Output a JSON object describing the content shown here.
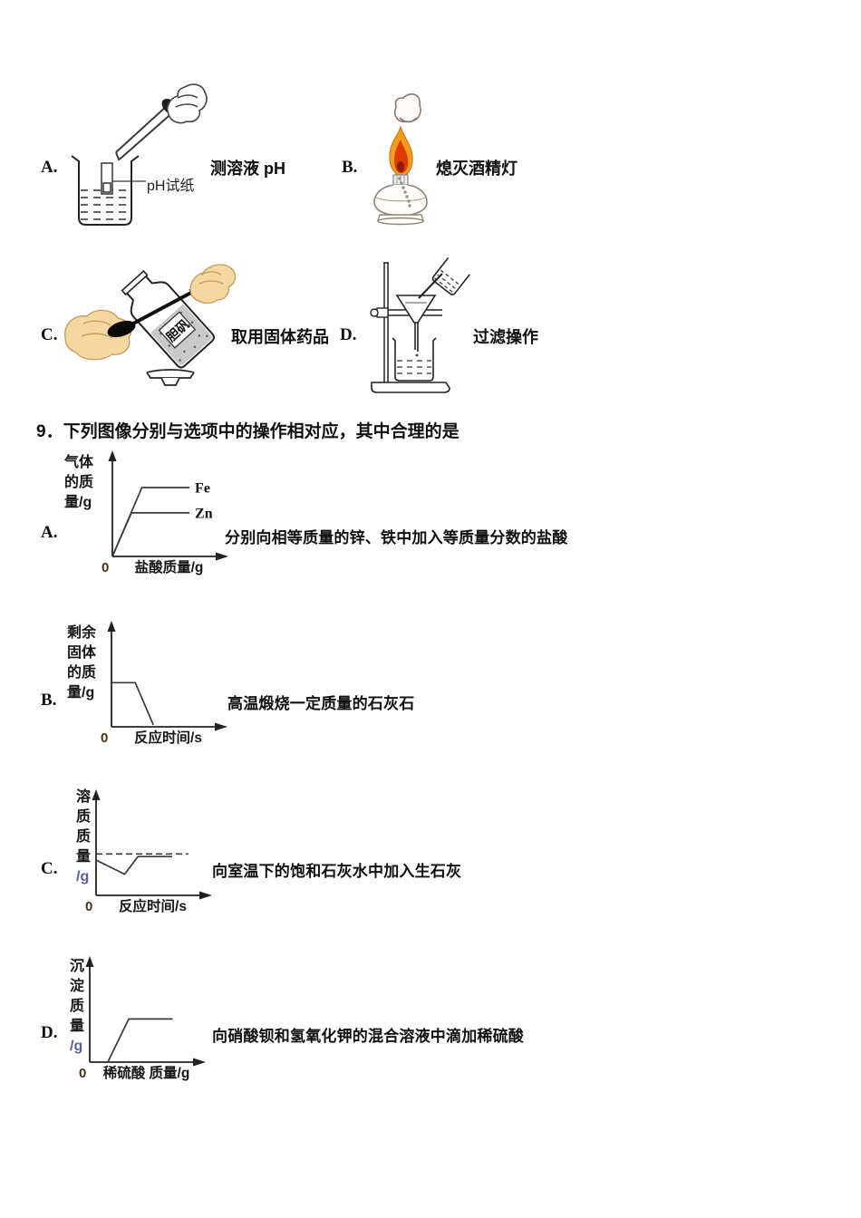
{
  "apparatus": {
    "options": [
      {
        "letter": "A.",
        "caption": "测溶液 pH",
        "labels": {
          "strip": "pH试纸"
        }
      },
      {
        "letter": "B.",
        "caption": "熄灭酒精灯"
      },
      {
        "letter": "C.",
        "caption": "取用固体药品",
        "labels": {
          "bottle": "胆矾"
        }
      },
      {
        "letter": "D.",
        "caption": "过滤操作"
      }
    ]
  },
  "question9": {
    "text": "9．下列图像分别与选项中的操作相对应，其中合理的是"
  },
  "chart_data": [
    {
      "id": "A",
      "type": "line",
      "letter": "A.",
      "description": "分别向相等质量的锌、铁中加入等质量分数的盐酸",
      "ylabel": "气体的质量/g",
      "ylabel_lines": [
        "气体",
        "的质",
        "量/g"
      ],
      "xlabel": "盐酸质量/g",
      "origin_label": "0",
      "axes_numeric_ticks": "none",
      "series": [
        {
          "name": "Fe",
          "end_label": "Fe",
          "dashed": false,
          "points": [
            [
              0,
              0
            ],
            [
              0.31,
              0.71
            ],
            [
              0.81,
              0.71
            ]
          ]
        },
        {
          "name": "Zn",
          "end_label": "Zn",
          "dashed": false,
          "points": [
            [
              0,
              0
            ],
            [
              0.2,
              0.45
            ],
            [
              0.81,
              0.45
            ]
          ]
        }
      ]
    },
    {
      "id": "B",
      "type": "line",
      "letter": "B.",
      "description": "高温煅烧一定质量的石灰石",
      "ylabel": "剩余固体的质量/g",
      "ylabel_lines": [
        "剩余",
        "固体",
        "的质",
        "量/g"
      ],
      "xlabel": "反应时间/s",
      "origin_label": "0",
      "axes_numeric_ticks": "none",
      "series": [
        {
          "name": "剩余固体质量",
          "dashed": false,
          "points": [
            [
              0,
              0.455
            ],
            [
              0.25,
              0.455
            ],
            [
              0.44,
              0.02
            ]
          ]
        }
      ]
    },
    {
      "id": "C",
      "type": "line",
      "letter": "C.",
      "description": "向室温下的饱和石灰水中加入生石灰",
      "ylabel": "溶质质量/g",
      "ylabel_lines": [
        "溶",
        "质",
        "质",
        "量",
        "/g"
      ],
      "xlabel": "反应时间/s",
      "origin_label": "0",
      "axes_numeric_ticks": "none",
      "series": [
        {
          "name": "初始饱和溶质量参考线",
          "dashed": true,
          "points": [
            [
              0,
              0.427
            ],
            [
              0.97,
              0.427
            ]
          ]
        },
        {
          "name": "溶质质量",
          "dashed": false,
          "points": [
            [
              0,
              0.364
            ],
            [
              0.3,
              0.218
            ],
            [
              0.44,
              0.4
            ],
            [
              0.8,
              0.4
            ]
          ]
        }
      ]
    },
    {
      "id": "D",
      "type": "line",
      "letter": "D.",
      "description": "向硝酸钡和氢氧化钾的混合溶液中滴加稀硫酸",
      "ylabel": "沉淀质量/g",
      "ylabel_lines": [
        "沉",
        "淀",
        "质",
        "量",
        "/g"
      ],
      "xlabel": "稀硫酸 质量/g",
      "origin_label": "0",
      "axes_numeric_ticks": "none",
      "series": [
        {
          "name": "沉淀质量",
          "dashed": false,
          "points": [
            [
              0.19,
              0
            ],
            [
              0.41,
              0.445
            ],
            [
              0.87,
              0.445
            ]
          ]
        }
      ]
    }
  ],
  "colors": {
    "ink": "#222222",
    "flame_outer": "#f59c1c",
    "flame_inner": "#dd3a06",
    "flame_core": "#8a1e02",
    "skin": "#f6d7a2",
    "skin_outline": "#c59a58",
    "origin_tint": "#4a3018",
    "g_suffix_tint": "#56619c"
  }
}
